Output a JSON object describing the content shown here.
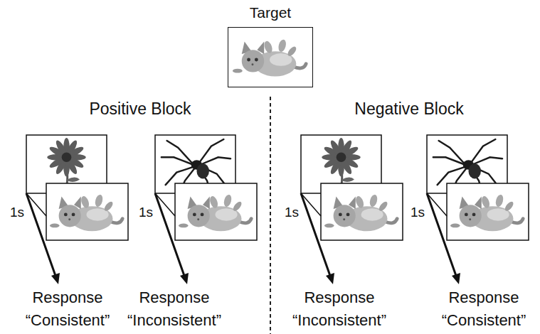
{
  "diagram": {
    "nodes": [
      {
        "text": [
          "Target"
        ]
      }
    ],
    "labels": [
      "Positive Block",
      "Negative Block",
      "1s",
      "1s",
      "1s",
      "1s",
      "Response “Consistent”",
      "Response “Inconsistent”",
      "Response “Inconsistent”",
      "Response “Consistent”"
    ]
  }
}
